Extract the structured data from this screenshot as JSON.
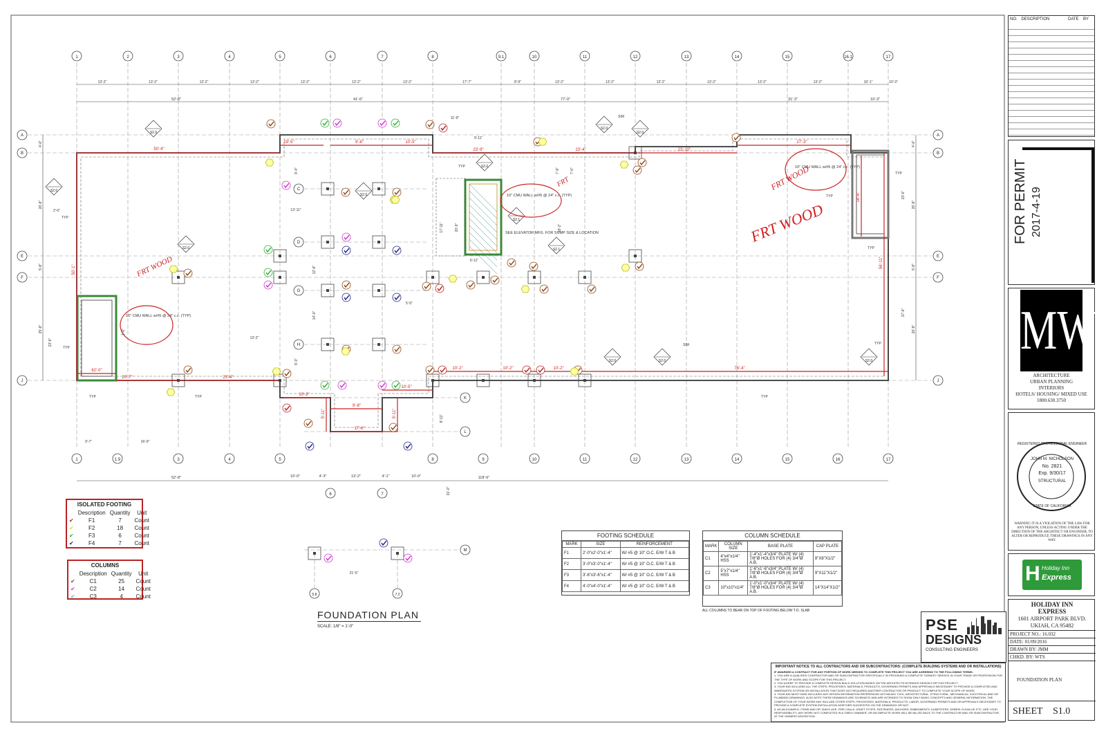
{
  "grid": {
    "columns_top": [
      "1",
      "2",
      "3",
      "4",
      "5",
      "6",
      "7",
      "8",
      "9.1",
      "10",
      "11",
      "12",
      "13",
      "14",
      "15",
      "16.1",
      "17"
    ],
    "columns_bottom": [
      "1",
      "1.9",
      "3",
      "4",
      "5",
      "8",
      "9",
      "10",
      "11",
      "12",
      "13",
      "14",
      "15",
      "16",
      "17"
    ],
    "rows": [
      "A",
      "B",
      "E",
      "F",
      "J"
    ],
    "inner_rows": [
      "C",
      "D",
      "G",
      "H"
    ],
    "extra_rows": [
      "K",
      "L",
      "M"
    ],
    "lower_columns": [
      "6",
      "7"
    ],
    "sub_columns": [
      "5.8",
      "7.2"
    ],
    "top_dims": [
      "13'-2\"",
      "13'-2\"",
      "13'-2\"",
      "13'-2\"",
      "13'-2\"",
      "13'-2\"",
      "13'-2\"",
      "17'-7\"",
      "8'-9\"",
      "13'-2\"",
      "13'-2\"",
      "13'-2\"",
      "13'-2\"",
      "13'-2\"",
      "13'-2\"",
      "16'-1\"",
      "10'-3\""
    ],
    "overall_dims_top": [
      "52'-8\"",
      "41'-6\"",
      "77'-0\"",
      "31'-3\"",
      "10'-3\""
    ],
    "bottom_dims": [
      "52'-8\"",
      "118'-6\"",
      "10'-0\"",
      "4'-3\"",
      "13'-2\"",
      "4'-1\"",
      "10'-0\""
    ],
    "left_dims": [
      "4'-6\"",
      "26'-8\"",
      "5'-8\"",
      "25'-8\"",
      "23'-6\""
    ],
    "right_dims": [
      "4'-6\"",
      "23'-6\"",
      "26'-8\"",
      "5'-8\"",
      "37'-6\"",
      "26'-8\""
    ]
  },
  "annotations": {
    "red_dims": [
      "50'-4\"",
      "19'-5\"",
      "9'-8\"",
      "10'-5\"",
      "23'-9\"",
      "23'-4\"",
      "23'-10\"",
      "27'-3\"",
      "10'-2\"",
      "10'-2\"",
      "10'-2\"",
      "76'-4\"",
      "20'-7\"",
      "23'-4\"",
      "10'-3\"",
      "9'-8\"",
      "10'-5\"",
      "17'-6\"",
      "50'-1\"",
      "56'-11\"",
      "18'-6\"",
      "5'-11\"",
      "5'-11\"",
      "62'-0\""
    ],
    "cmu_note_1": "10\" CMU WALL w/#5 @ 24\" c.c. (TYP)",
    "cmu_note_2": "10\" CMU WALL w/#5 @ 24\" c.c. (TYP)",
    "cmu_note_3": "10\" CMU WALL w/#5 @ 24\" c.c. (TYP)",
    "elevator_note": "SEE ELEVATOR MFG. FOR SUMP SIZE & LOCATION",
    "handwritten_1": "FRT WOOD",
    "handwritten_2": "FRT WOOD",
    "handwritten_3": "FRT WOOD",
    "handwritten_4": "FRT",
    "section_labels": [
      "S2.0",
      "S2.0",
      "S2.0",
      "S2.0",
      "S2.0",
      "S2.0",
      "S2.0",
      "S2.0",
      "S2.0",
      "S2.1",
      "S2.1",
      "S2.0"
    ],
    "typ": "TYP",
    "sim": "SIM",
    "dims_misc": [
      "2'-0\"",
      "13'-11\"",
      "14'-0\"",
      "12'-8\"",
      "9'-4\"",
      "9'-3\"",
      "13'-2\"",
      "21'-5\"",
      "31'-0\"",
      "8'-11\"",
      "11'-9\"",
      "9'-11\"",
      "6'-11\"",
      "9'-7\"",
      "16'-9\"",
      "5'-5\"",
      "1'-6\"",
      "17'-11\"",
      "20'-9\"",
      "18'-3\"",
      "7'-9\"",
      "7'-0\""
    ]
  },
  "isolated_footing": {
    "title": "ISOLATED FOOTING",
    "headers": [
      "Description",
      "Quantity",
      "Unit"
    ],
    "rows": [
      {
        "mark": "F1",
        "qty": "7",
        "unit": "Count",
        "color": "#b22222"
      },
      {
        "mark": "F2",
        "qty": "18",
        "unit": "Count",
        "color": "#d8d828"
      },
      {
        "mark": "F3",
        "qty": "6",
        "unit": "Count",
        "color": "#33aa33"
      },
      {
        "mark": "F4",
        "qty": "7",
        "unit": "Count",
        "color": "#202080"
      }
    ]
  },
  "columns_legend": {
    "title": "COLUMNS",
    "headers": [
      "Description",
      "Quantity",
      "Unit"
    ],
    "rows": [
      {
        "mark": "C1",
        "qty": "25",
        "unit": "Count",
        "color": "#8b4513"
      },
      {
        "mark": "C2",
        "qty": "14",
        "unit": "Count",
        "color": "#cc33cc"
      },
      {
        "mark": "C3",
        "qty": "4",
        "unit": "Count",
        "color": "#33cccc"
      }
    ]
  },
  "footing_schedule": {
    "title": "FOOTING SCHEDULE",
    "headers": [
      "MARK",
      "SIZE",
      "REINFORCEMENT"
    ],
    "rows": [
      [
        "F1",
        "2'-0\"x2'-0\"x1'-4\"",
        "W/ #5 @ 10\" O.C. E/W T & B"
      ],
      [
        "F2",
        "3'-0\"x3'-0\"x1'-4\"",
        "W/ #5 @ 10\" O.C. E/W T & B"
      ],
      [
        "F3",
        "3'-6\"x3'-6\"x1'-4\"",
        "W/ #5 @ 10\" O.C. E/W T & B"
      ],
      [
        "F4",
        "4'-0\"x4'-0\"x1'-4\"",
        "W/ #5 @ 10\" O.C. E/W T & B"
      ]
    ]
  },
  "column_schedule": {
    "title": "COLUMN SCHEDULE",
    "headers": [
      "MARK",
      "COLUMN SIZE",
      "BASE PLATE",
      "CAP PLATE"
    ],
    "rows": [
      [
        "C1",
        "4\"x4\"x1/4\" HSS",
        "1'-4\"x1'-4\"x3/4\" PLATE W/ (4) 7/8\"Ø HOLES FOR (4) 3/4\"Ø A.B.",
        "8\"X8\"X1/2\""
      ],
      [
        "C2",
        "5\"x7\"x1/4\" HSS",
        "1'-6\"x1'-6\"x3/4\" PLATE W/ (4) 7/8\"Ø HOLES FOR (4) 3/4\"Ø A.B.",
        "9\"X11\"X1/2\""
      ],
      [
        "C3",
        "10\"x10\"x1/4\"",
        "1'-0\"x1'-0\"x3/4\" PLATE W/ (4) 7/8\"Ø HOLES FOR (4) 3/4\"Ø A.B.",
        "14\"X14\"X1/2\""
      ]
    ],
    "note": "ALL COLUMNS TO BEAR ON TOP OF FOOTING BELOW T.O. SLAB"
  },
  "plan_title": "FOUNDATION PLAN",
  "plan_scale": "SCALE: 1/8\" = 1'-0\"",
  "title_block": {
    "rev_headers": [
      "NO.",
      "DESCRIPTION",
      "DATE",
      "BY"
    ],
    "permit": "FOR PERMIT",
    "permit_date": "2017-4-19",
    "logo": "MWT",
    "firm_lines": [
      "ARCHITECTURE",
      "URBAN PLANNING",
      "INTERIORS",
      "HOTELS/ HOUSING/ MIXED USE",
      "1800.630.3750"
    ],
    "seal_outer": "REGISTERED PROFESSIONAL ENGINEER",
    "seal_name": "JOHN M. NICHOLSON",
    "seal_no": "No. 2821",
    "seal_exp": "Exp. 9/30/17",
    "seal_type": "STRUCTURAL",
    "seal_state": "STATE OF CALIFORNIA",
    "warning": "WARNING IT IS A VIOLATION OF THE LAW FOR ANY PERSON, UNLESS ACTING UNDER THE DIRECTION OF THE ARCHITECT OR ENGINEER, TO ALTER OR REPRODUCE THESE DRAWINGS IN ANY WAY.",
    "brand_line1": "Holiday Inn",
    "brand_line2": "Express",
    "project_name_1": "HOLIDAY INN",
    "project_name_2": "EXPRESS",
    "address_1": "1601 AIRPORT PARK BLVD.",
    "address_2": "UKIAH, CA 95482",
    "project_no": "PROJECT NO.: 16.032",
    "date": "DATE: 01/09/2016",
    "drawn_by": "DRAWN BY: JMM",
    "chkd_by": "CHKD. BY: WTS",
    "sheet_title": "FOUNDATION PLAN",
    "sheet_label": "SHEET",
    "sheet_no": "S1.0"
  },
  "engineer_logo": {
    "line1": "PSE",
    "line2": "DESIGNS",
    "line3": "CONSULTING ENGINEERS"
  },
  "notice": {
    "title": "IMPORTANT NOTICE TO ALL CONTRACTORS AND OR SUBCONTRACTORS: (COMPLETE BUILDING SYSTEMS AND OR INSTALLATIONS)",
    "lines": [
      "IF AWARDED A CONTRACT FOR ANY PORTION OF WORK NEEDED TO COMPLETE THIS PROJECT YOU ARE AGREEING TO THE FOLLOWING TERMS:",
      "1. YOU ARE A QUALIFIED CONTRACTOR AND OR SUBCONTRACTOR SPECIFICALLY IN PROVIDING A COMPLETE TURNKEY SERVICE IN YOUR TRADE OR PROFESSION FOR THE TYPE OF WORK AND SCOPE FOR THIS PROJECT.",
      "2. YOU AGREE TO PROVIDE A COMPLETE DESIGN BUILD SOLUTION BASED ON THE ARCHITECTS INTENDED DESIGN FOR THIS PROJECT.",
      "3. YOUR BID INCLUDED ALL THE STEPS, PROCESSES, MATERIALS, PRODUCTS, GOVERNING PERMITS AND APPROVALS NECESSARY TO PROVIDE A COMPLETED AND WARRANTED SYSTEM OR INSTALLATION THAT DOES NOT REQUIRED ANOTHER CONTRACTOR OR PRODUCT TO COMPLETE YOUR SCOPE OF WORK.",
      "4. YOUR BID MUST HAVE INCLUDED ANY DESIGN INFORMATION REFERENCED WITHIN ANY CIVIL, ARCHITECTURAL, STRUCTURAL, MECHANICAL, ELECTRICAL AND OR PLUMBING DRAWINGS. ALSO NOTE THESE DRAWINGS ARE SCHEMATIC AND ARE INTENDED TO SHOW ONLY BASIC CONCEPTS AND GENERAL INFORMATION. THE COMPLETION OF YOUR WORK MAY INCLUDE OTHER STEPS, PROCESSES, MATERIALS, PRODUCTS, LABOR, GOVERNING PERMITS AND OR APPROVALS NECESSARY TO PROVIDE A COMPLETE SYSTEM INSTALLATION WHETHER SUGGESTED ON THE DRAWINGS OR NOT.",
      "5. AS AN EXAMPLE: ITEMS AND OR TASKS LIKE, FIRE CAULK, DRAFT STOPS, FASTENERS, ANCHORS, EMBEDMENTS, DUMPSTERS, DEBRIS CLEAN UP, ETC. ARE YOUR RESPONSIBILITY. ANY WORK NOT COMPLETED IN A TIMELY MANNER, OR INCOMPLETE WORK WILL BE BILLED BACK TO THE CONTRACTOR AND OR SUBCONTRACTOR, AT THE OWNERS DISCRETION."
    ]
  },
  "colors": {
    "red_markup": "#cc2222",
    "line": "#444444",
    "wall_green": "#3a8a3a",
    "brand_green": "#2e9a3a",
    "brand_blue": "#1a3a8a"
  }
}
